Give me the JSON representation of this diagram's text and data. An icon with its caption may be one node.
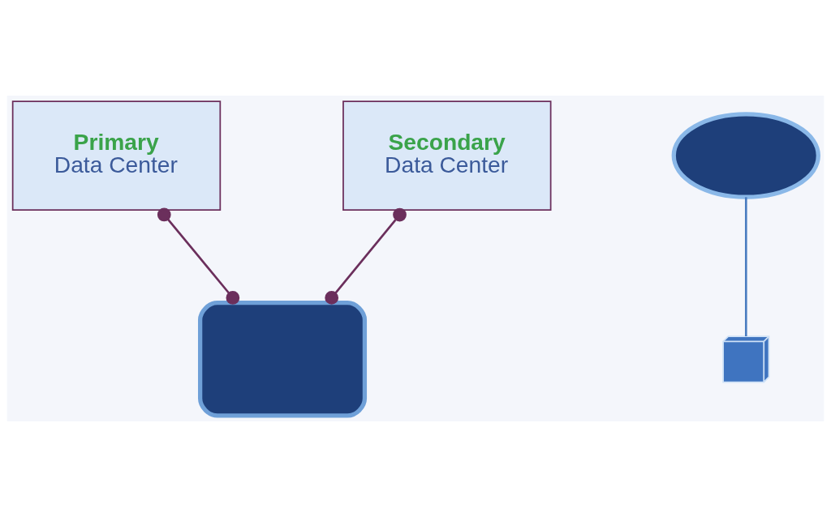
{
  "diagram": {
    "nodes": [
      {
        "text": [
          "Primary",
          "Data Center"
        ]
      },
      {
        "text": [
          "Secondary",
          "Data Center"
        ]
      },
      {
        "text": [],
        "shape": "box"
      },
      {
        "text": [],
        "shape": "cloud"
      },
      {
        "text": [],
        "shape": "box"
      }
    ],
    "edges": [
      {
        "from": 0,
        "to": 2,
        "arrow": "other"
      },
      {
        "from": 1,
        "to": 2,
        "arrow": "other"
      },
      {
        "from": 3,
        "to": 4,
        "arrow": "none",
        "color": "#4a7cc0"
      }
    ]
  }
}
